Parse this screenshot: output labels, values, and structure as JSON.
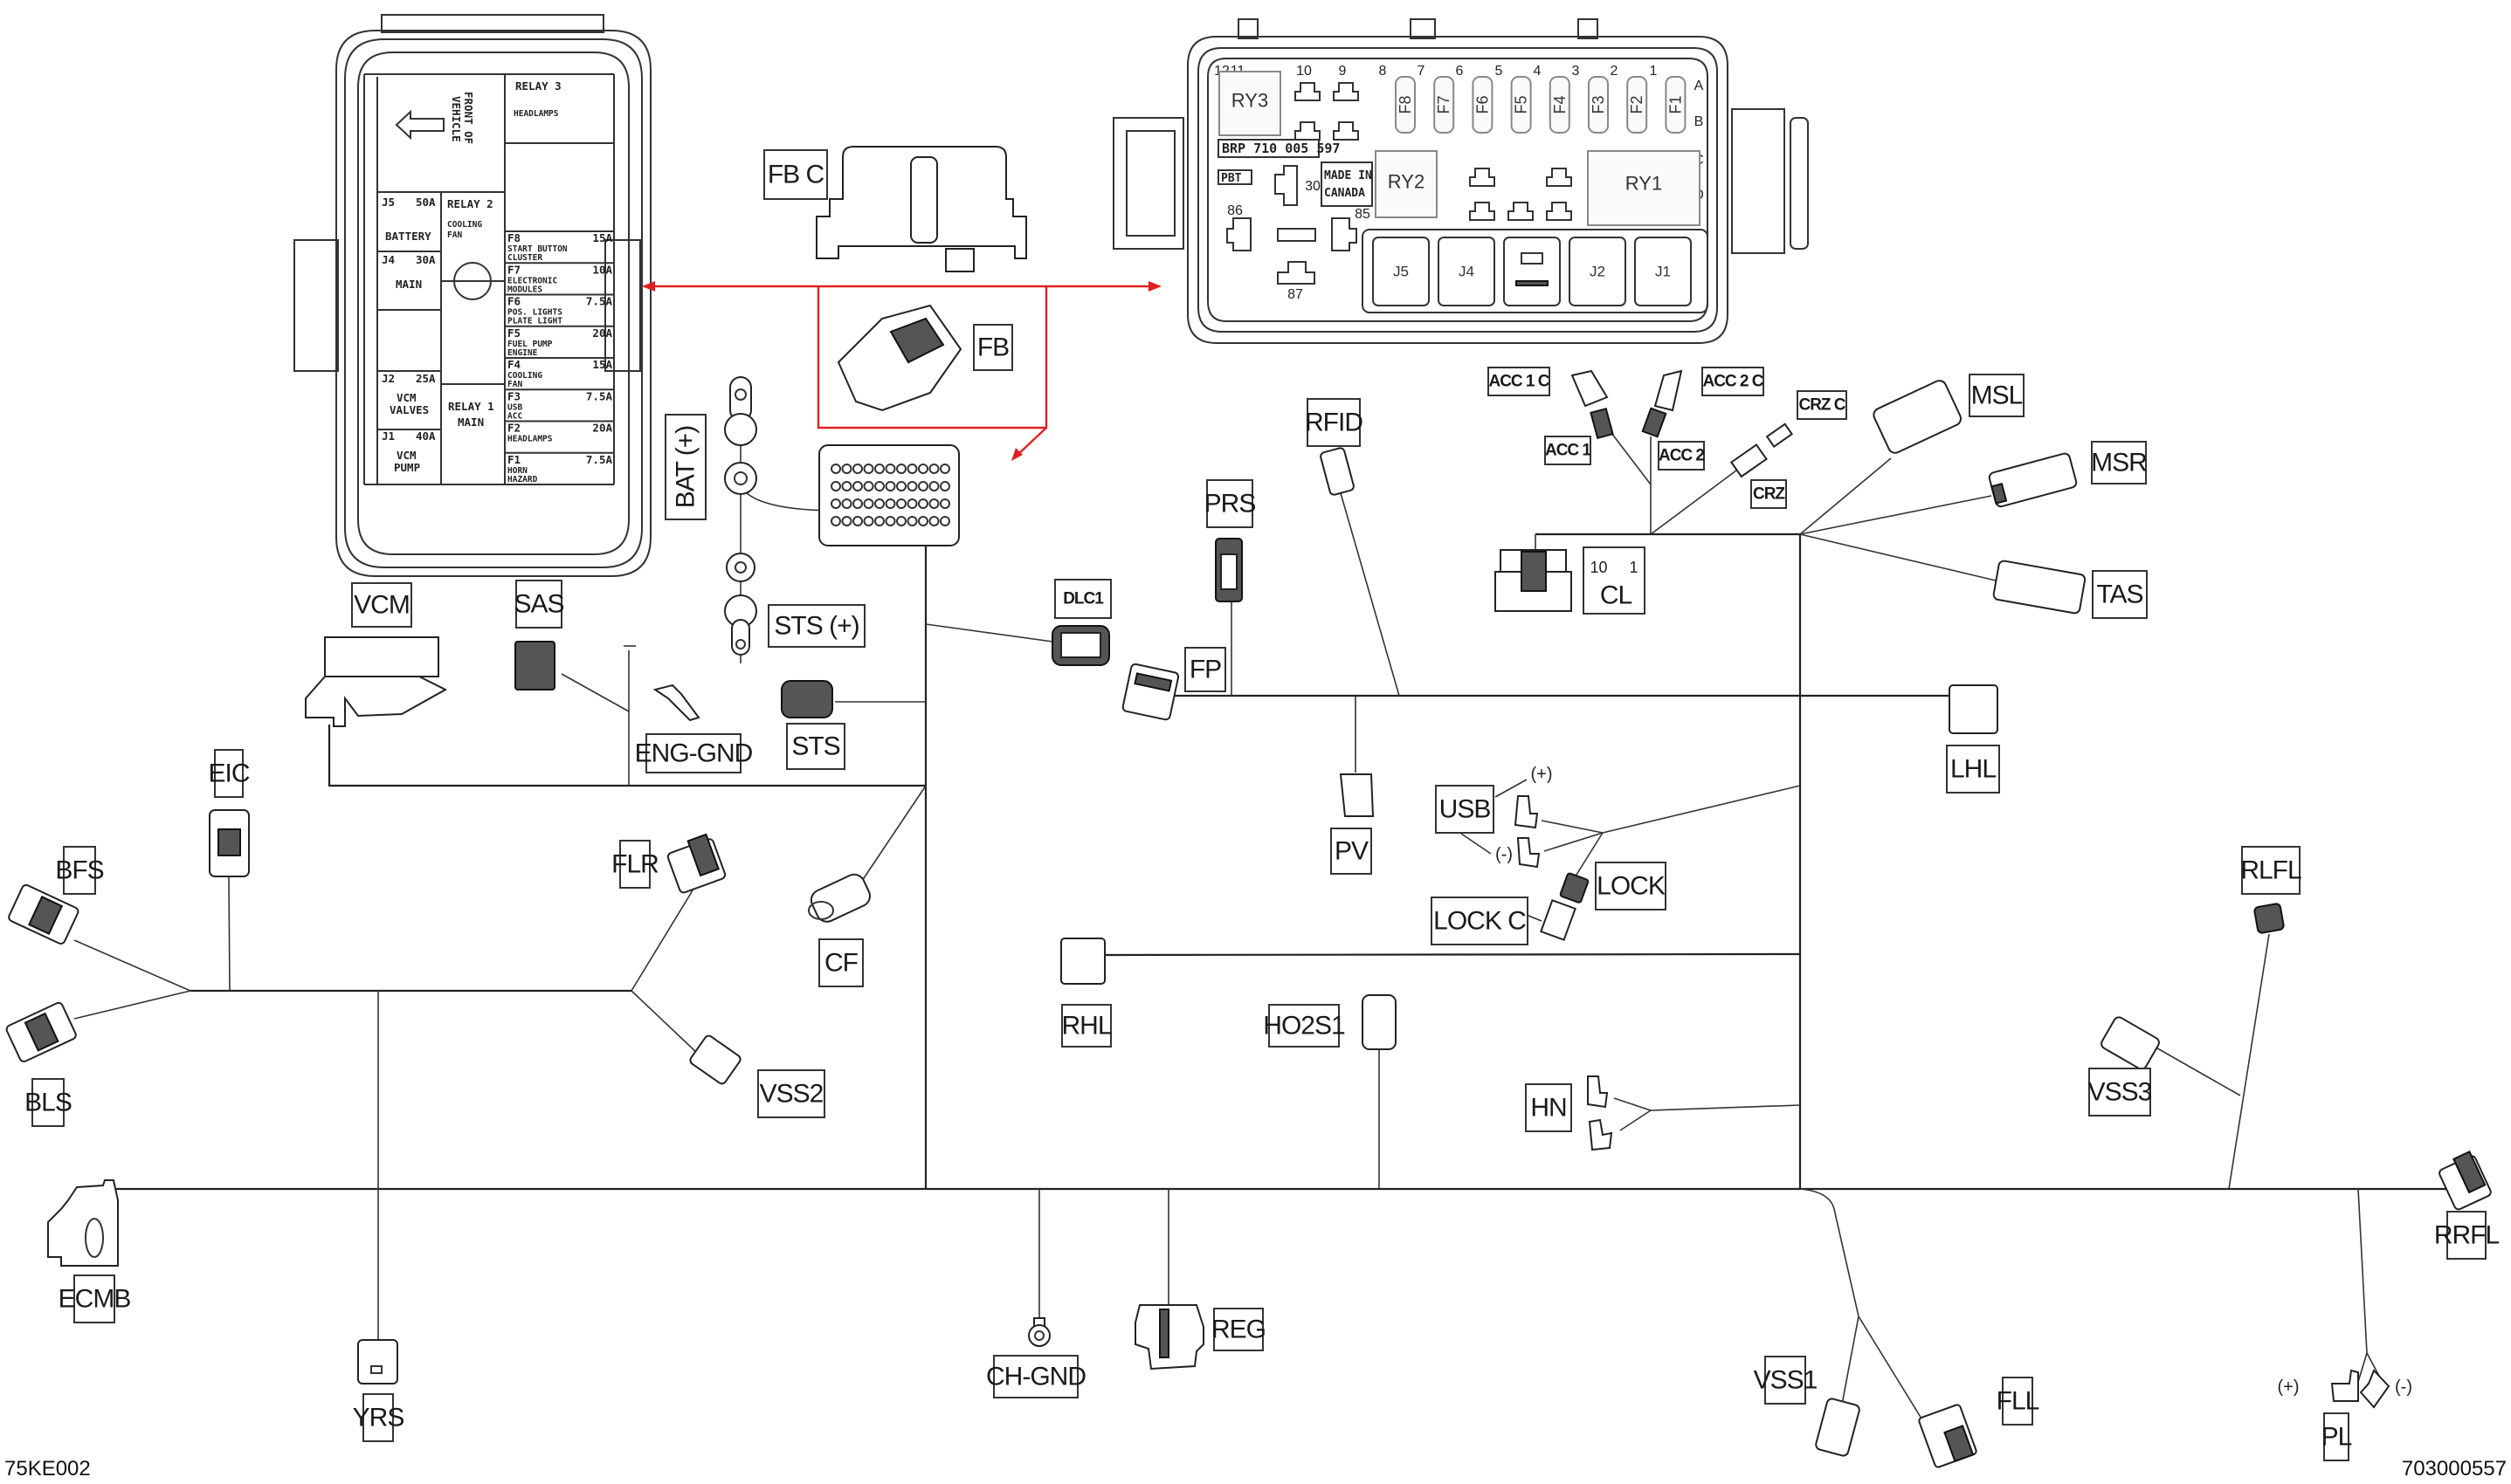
{
  "diagram": {
    "title": "Wiring harness connector layout",
    "reference_left": "75KE002",
    "reference_right": "703000557"
  },
  "left_fusebox": {
    "front_label_1": "FRONT OF",
    "front_label_2": "VEHICLE",
    "relay3": {
      "name": "RELAY 3",
      "func": "HEADLAMPS"
    },
    "relay2": {
      "name": "RELAY 2",
      "func1": "COOLING",
      "func2": "FAN"
    },
    "relay1": {
      "name": "RELAY 1",
      "func": "MAIN"
    },
    "jcases": [
      {
        "id": "J5",
        "rating": "50A",
        "func1": "BATTERY",
        "func2": ""
      },
      {
        "id": "J4",
        "rating": "30A",
        "func1": "MAIN",
        "func2": ""
      },
      {
        "id": "J2",
        "rating": "25A",
        "func1": "VCM",
        "func2": "VALVES"
      },
      {
        "id": "J1",
        "rating": "40A",
        "func1": "VCM",
        "func2": "PUMP"
      }
    ],
    "fuses": [
      {
        "id": "F8",
        "rating": "15A",
        "func1": "START BUTTON",
        "func2": "CLUSTER"
      },
      {
        "id": "F7",
        "rating": "10A",
        "func1": "ELECTRONIC",
        "func2": "MODULES"
      },
      {
        "id": "F6",
        "rating": "7.5A",
        "func1": "POS. LIGHTS",
        "func2": "PLATE LIGHT"
      },
      {
        "id": "F5",
        "rating": "20A",
        "func1": "FUEL PUMP",
        "func2": "ENGINE"
      },
      {
        "id": "F4",
        "rating": "15A",
        "func1": "COOLING",
        "func2": "FAN"
      },
      {
        "id": "F3",
        "rating": "7.5A",
        "func1": "USB",
        "func2": "ACC"
      },
      {
        "id": "F2",
        "rating": "20A",
        "func1": "HEADLAMPS",
        "func2": ""
      },
      {
        "id": "F1",
        "rating": "7.5A",
        "func1": "HORN",
        "func2": "HAZARD"
      }
    ]
  },
  "right_fusebox": {
    "part_number": "BRP 710 005 597",
    "material": "PBT",
    "made_in_1": "MADE IN",
    "made_in_2": "CANADA",
    "relays": [
      "RY3",
      "RY2",
      "RY1"
    ],
    "fuse_slots": [
      "F8",
      "F7",
      "F6",
      "F5",
      "F4",
      "F3",
      "F2",
      "F1"
    ],
    "slot_numbers": [
      "12",
      "11",
      "10",
      "9",
      "8",
      "7",
      "6",
      "5",
      "4",
      "3",
      "2",
      "1"
    ],
    "row_letters": [
      "A",
      "B",
      "C",
      "D"
    ],
    "jcases": [
      "J5",
      "J4",
      "J2",
      "J1"
    ],
    "relay_pins": [
      "30",
      "86",
      "85",
      "87"
    ]
  },
  "connectors": {
    "fbc": "FB  C",
    "fb": "FB",
    "bat": "BAT (+)",
    "sts_plus": "STS (+)",
    "sts": "STS",
    "vcm": "VCM",
    "sas": "SAS",
    "eng_gnd": "ENG-GND",
    "dlc1": "DLC1",
    "prs": "PRS",
    "fp": "FP",
    "rfid": "RFID",
    "pv": "PV",
    "acc1c": "ACC 1  C",
    "acc2c": "ACC 2  C",
    "acc1": "ACC 1",
    "acc2": "ACC 2",
    "crzc": "CRZ  C",
    "crz": "CRZ",
    "msl": "MSL",
    "msr": "MSR",
    "tas": "TAS",
    "cl": "CL",
    "cl_pins": "10     1",
    "lhl": "LHL",
    "usb": "USB",
    "usb_plus": "(+)",
    "usb_minus": "(-)",
    "lock": "LOCK",
    "lockc": "LOCK  C",
    "eic": "EIC",
    "bfs": "BFS",
    "bls": "BLS",
    "flr": "FLR",
    "cf": "CF",
    "vss2": "VSS2",
    "rhl": "RHL",
    "ho2s1": "HO2S1",
    "hn": "HN",
    "rlfl": "RLFL",
    "vss3": "VSS3",
    "ecmb": "ECMB",
    "yrs": "YRS",
    "ch_gnd": "CH-GND",
    "reg": "REG",
    "vss1": "VSS1",
    "fll": "FLL",
    "pl": "PL",
    "pl_plus": "(+)",
    "pl_minus": "(-)",
    "rrfl": "RRFL"
  },
  "colors": {
    "callout": "#e02020",
    "line": "#222222"
  }
}
